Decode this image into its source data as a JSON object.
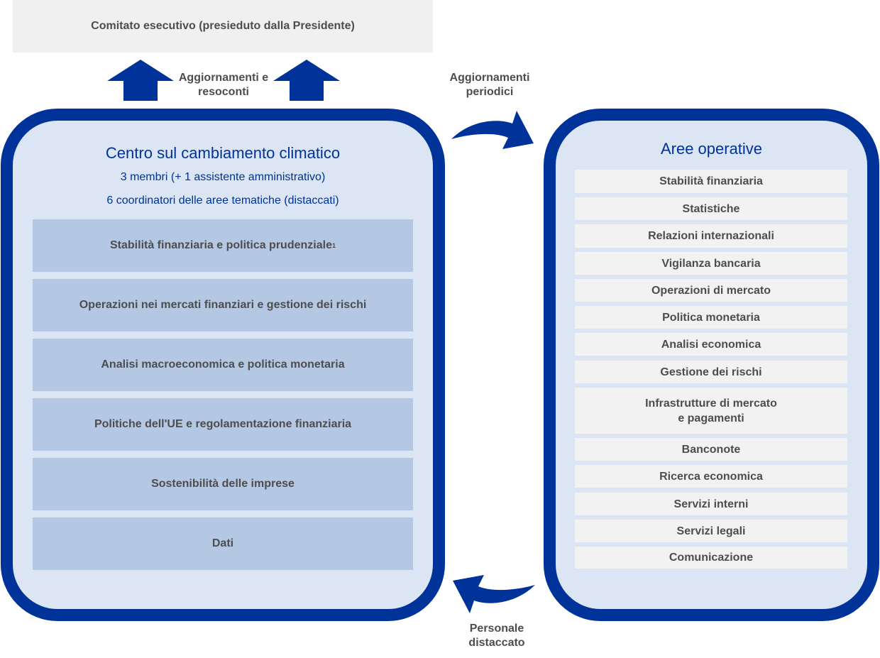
{
  "executive_committee": "Comitato esecutivo (presieduto dalla Presidente)",
  "updates_label_line1": "Aggiornamenti e",
  "updates_label_line2": "resoconti",
  "periodic_label_line1": "Aggiornamenti",
  "periodic_label_line2": "periodici",
  "staff_label_line1": "Personale",
  "staff_label_line2": "distaccato",
  "centre": {
    "title": "Centro sul cambiamento climatico",
    "members": "3 membri (+ 1 assistente amministrativo)",
    "coordinators": "6 coordinatori delle aree tematiche (distaccati)",
    "themes": [
      "Stabilità finanziaria e politica prudenziale",
      "Operazioni nei mercati finanziari e gestione dei rischi",
      "Analisi macroeconomica e politica monetaria",
      "Politiche dell'UE e regolamentazione finanziaria",
      "Sostenibilità delle imprese",
      "Dati"
    ],
    "footnote_mark": "1"
  },
  "operations": {
    "title": "Aree operative",
    "areas": [
      "Stabilità finanziaria",
      "Statistiche",
      "Relazioni internazionali",
      "Vigilanza bancaria",
      "Operazioni di mercato",
      "Politica monetaria",
      "Analisi economica",
      "Gestione dei rischi",
      "Infrastrutture di mercato",
      "e pagamenti",
      "Banconote",
      "Ricerca economica",
      "Servizi interni",
      "Servizi legali",
      "Comunicazione"
    ]
  },
  "colors": {
    "accent_blue": "#003399",
    "panel_fill": "#dbe5f3",
    "theme_fill": "#b4c8e4",
    "area_fill": "#f2f2f2",
    "text_grey": "#4d4d4d"
  }
}
